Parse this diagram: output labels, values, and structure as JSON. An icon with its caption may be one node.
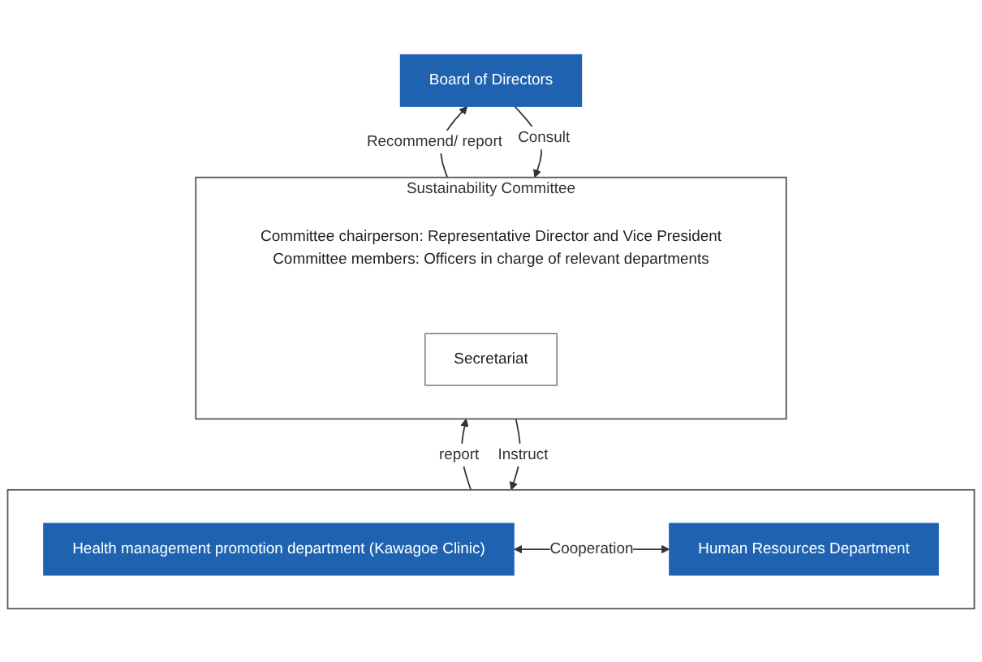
{
  "diagram": {
    "nodes": [
      {
        "text": [
          "Board of Directors"
        ]
      },
      {
        "text": [
          "Sustainability Committee"
        ]
      },
      {
        "text": [
          "Committee chairperson: Representative Director and Vice President",
          "Committee members: Officers in charge of relevant departments"
        ],
        "in": 1
      },
      {
        "text": [
          "Secretariat"
        ],
        "in": 1
      },
      {
        "text": [],
        "shape": "box"
      },
      {
        "text": [
          "Health management promotion department (Kawagoe Clinic)"
        ],
        "in": 4
      },
      {
        "text": [
          "Human Resources Department"
        ],
        "in": 4
      }
    ],
    "edges": [
      {
        "from": 1,
        "to": 0,
        "arrow": "to",
        "label": "Recommend/ report"
      },
      {
        "from": 0,
        "to": 1,
        "arrow": "to",
        "label": "Consult"
      },
      {
        "from": 4,
        "to": 1,
        "arrow": "to",
        "label": "report"
      },
      {
        "from": 1,
        "to": 4,
        "arrow": "to",
        "label": "Instruct"
      },
      {
        "from": 5,
        "to": 6,
        "arrow": "both",
        "label": "Cooperation"
      }
    ]
  }
}
